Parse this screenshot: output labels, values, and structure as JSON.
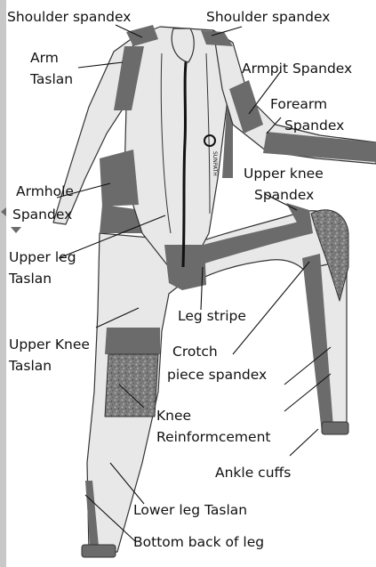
{
  "colors": {
    "taslan": "#e8e8e8",
    "spandex": "#6b6b6b",
    "reinforcement": "#8a8a8a",
    "outline": "#333333",
    "zip": "#111111",
    "left_border": "#c8c8c8"
  },
  "logo_text": "SUNPATH",
  "labels": {
    "shoulder_spandex_left": "Shoulder spandex",
    "shoulder_spandex_right": "Shoulder spandex",
    "arm_taslan_1": "Arm",
    "arm_taslan_2": "Taslan",
    "armpit_spandex": "Armpit Spandex",
    "forearm_spandex_1": "Forearm",
    "forearm_spandex_2": "Spandex",
    "armhole_spandex_1": "Armhole",
    "armhole_spandex_2": "Spandex",
    "upper_knee_spandex_1": "Upper knee",
    "upper_knee_spandex_2": "Spandex",
    "upper_leg_taslan_1": "Upper leg",
    "upper_leg_taslan_2": "Taslan",
    "leg_stripe": "Leg stripe",
    "upper_knee_taslan_1": "Upper Knee",
    "upper_knee_taslan_2": "Taslan",
    "crotch_piece_1": "Crotch",
    "crotch_piece_2": "piece spandex",
    "knee_reinforcement_1": "Knee",
    "knee_reinforcement_2": "Reinformcement",
    "ankle_cuffs": "Ankle cuffs",
    "lower_leg_taslan": "Lower leg Taslan",
    "bottom_back_of_leg": "Bottom back of leg"
  }
}
